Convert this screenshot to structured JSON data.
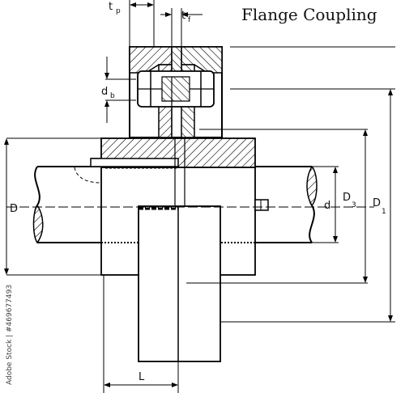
{
  "title": "Flange Coupling",
  "labels": {
    "tp": "t",
    "tp_sub": "p",
    "tf": "t",
    "tf_sub": "f",
    "db": "d",
    "db_sub": "b",
    "D": "D",
    "d": "d",
    "D3": "D",
    "D3_sub": "3",
    "D1": "D",
    "D1_sub": "1",
    "L": "L"
  },
  "stock_id": "Adobe Stock | #469677493"
}
